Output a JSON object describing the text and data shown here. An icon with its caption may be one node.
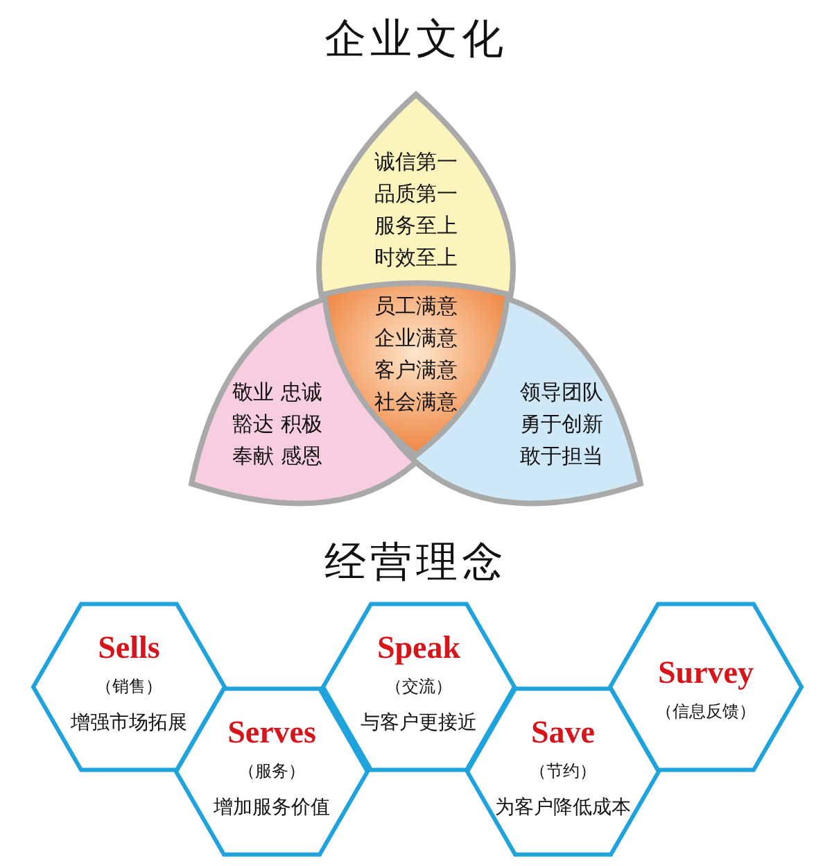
{
  "diagram": {
    "title": "企业文化",
    "nodes": [
      {
        "text": [
          "诚信第一",
          "品质第一",
          "服务至上",
          "时效至上"
        ]
      },
      {
        "text": [
          "敬业 忠诚",
          "豁达 积极",
          "奉献 感恩"
        ]
      },
      {
        "text": [
          "领导团队",
          "勇于创新",
          "敢于担当"
        ]
      },
      {
        "text": [
          "员工满意",
          "企业满意",
          "客户满意",
          "社会满意"
        ]
      },
      {
        "text": [
          "Sells",
          "（销售）",
          "增强市场拓展"
        ]
      },
      {
        "text": [
          "Serves",
          "（服务）",
          "增加服务价值"
        ]
      },
      {
        "text": [
          "Speak",
          "（交流）",
          "与客户更接近"
        ]
      },
      {
        "text": [
          "Save",
          "（节约）",
          "为客户降低成本"
        ]
      },
      {
        "text": [
          "Survey",
          "（信息反馈）"
        ]
      }
    ],
    "edges": [],
    "labels": [
      "经营理念"
    ]
  }
}
